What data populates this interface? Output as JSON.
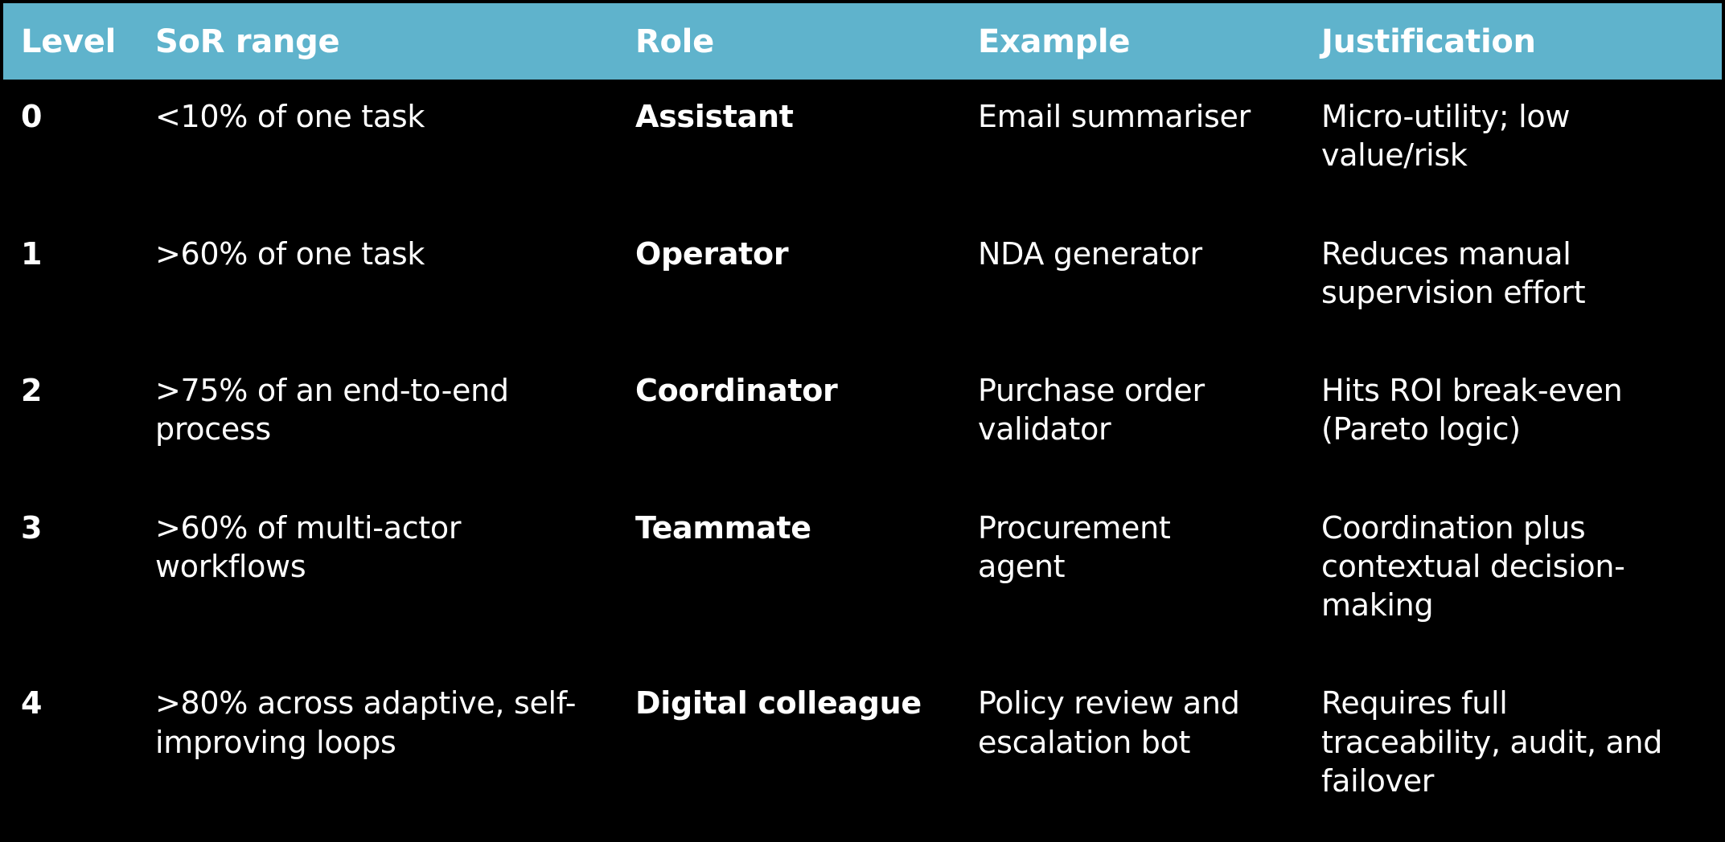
{
  "colors": {
    "background": "#000000",
    "header_bg": "#5FB3CC",
    "header_text": "#FFFFFF",
    "body_text": "#FFFFFF"
  },
  "chart_data": {
    "type": "table",
    "columns": [
      {
        "key": "level",
        "label": "Level"
      },
      {
        "key": "sor_range",
        "label": "SoR range"
      },
      {
        "key": "role",
        "label": "Role"
      },
      {
        "key": "example",
        "label": "Example"
      },
      {
        "key": "justification",
        "label": "Justification"
      }
    ],
    "rows": [
      {
        "level": "0",
        "sor_range": "<10% of one task",
        "role": "Assistant",
        "example": "Email summariser",
        "justification": "Micro-utility; low\nvalue/risk"
      },
      {
        "level": "1",
        "sor_range": ">60% of one task",
        "role": "Operator",
        "example": "NDA generator",
        "justification": "Reduces manual\nsupervision effort"
      },
      {
        "level": "2",
        "sor_range": ">75% of an end-to-end\nprocess",
        "role": "Coordinator",
        "example": "Purchase order\nvalidator",
        "justification": "Hits ROI break-even\n(Pareto logic)"
      },
      {
        "level": "3",
        "sor_range": ">60% of multi-actor\nworkflows",
        "role": "Teammate",
        "example": "Procurement\nagent",
        "justification": "Coordination plus\ncontextual decision-\nmaking"
      },
      {
        "level": "4",
        "sor_range": ">80% across adaptive, self-\nimproving loops",
        "role": "Digital colleague",
        "example": "Policy review and\nescalation bot",
        "justification": "Requires full\ntraceability, audit, and\nfailover"
      }
    ]
  }
}
